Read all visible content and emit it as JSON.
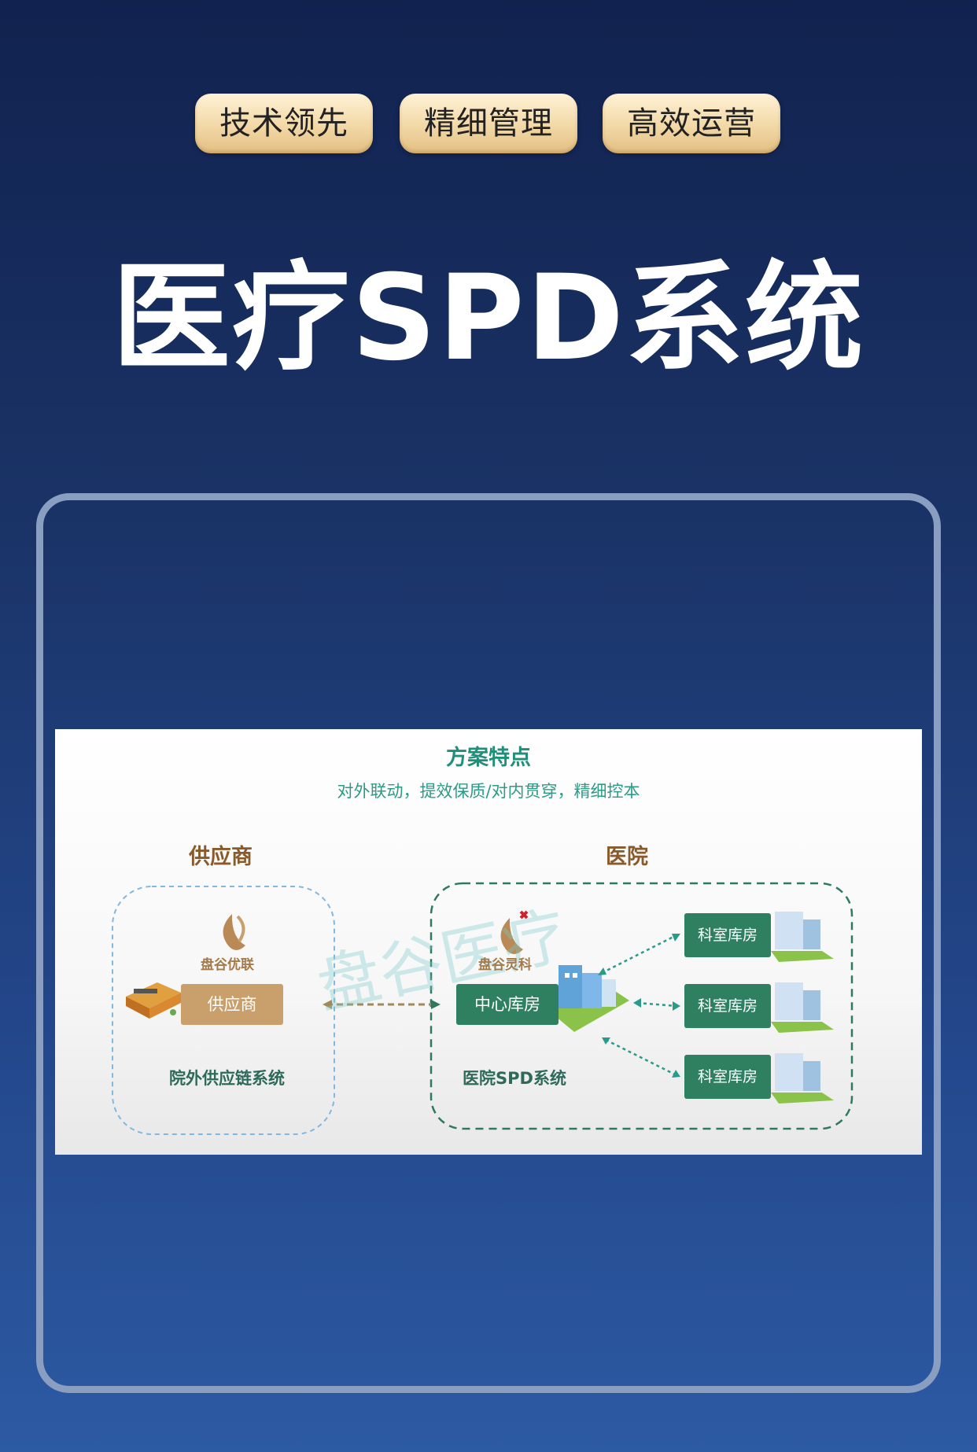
{
  "pills": [
    "技术领先",
    "精细管理",
    "高效运营"
  ],
  "main_title": "医疗SPD系统",
  "diagram": {
    "heading": "方案特点",
    "subheading": "对外联动，提效保质/对内贯穿，精细控本",
    "supplier_label": "供应商",
    "hospital_label": "医院",
    "supplier_logo": "盘谷优联",
    "hospital_logo": "盘谷灵科",
    "supplier_box": "供应商",
    "central_box": "中心库房",
    "dept_boxes": [
      "科室库房",
      "科室库房",
      "科室库房"
    ],
    "caption_left": "院外供应链系统",
    "caption_right": "医院SPD系统",
    "watermark": "盘谷医疗",
    "colors": {
      "teal": "#1f8f7a",
      "green_box": "#2f8060",
      "tan_box": "#c9a06b",
      "brown_label": "#8b5a2b"
    },
    "icons": [
      "supplier-logo-icon",
      "hospital-logo-icon",
      "warehouse-building-icon",
      "hospital-building-icon",
      "department-building-icon"
    ]
  }
}
